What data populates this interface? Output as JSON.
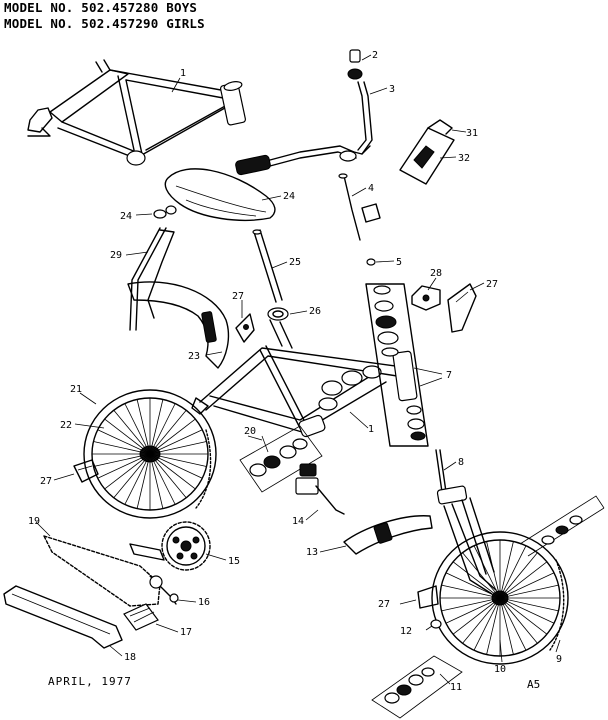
{
  "header": {
    "line1": "MODEL NO. 502.457280 BOYS",
    "line2": "MODEL NO. 502.457290 GIRLS"
  },
  "footer": {
    "date": "APRIL, 1977",
    "code": "A5"
  },
  "callouts": {
    "c1": "1",
    "c1b": "1",
    "c2": "2",
    "c3": "3",
    "c4": "4",
    "c5": "5",
    "c7": "7",
    "c8": "8",
    "c9": "9",
    "c10": "10",
    "c11": "11",
    "c12": "12",
    "c13": "13",
    "c14": "14",
    "c15": "15",
    "c16": "16",
    "c17": "17",
    "c18": "18",
    "c19": "19",
    "c20": "20",
    "c21": "21",
    "c22": "22",
    "c23": "23",
    "c24a": "24",
    "c24b": "24",
    "c25": "25",
    "c26": "26",
    "c27a": "27",
    "c27b": "27",
    "c27c": "27",
    "c27d": "27",
    "c28": "28",
    "c29": "29",
    "c31": "31",
    "c32": "32"
  }
}
